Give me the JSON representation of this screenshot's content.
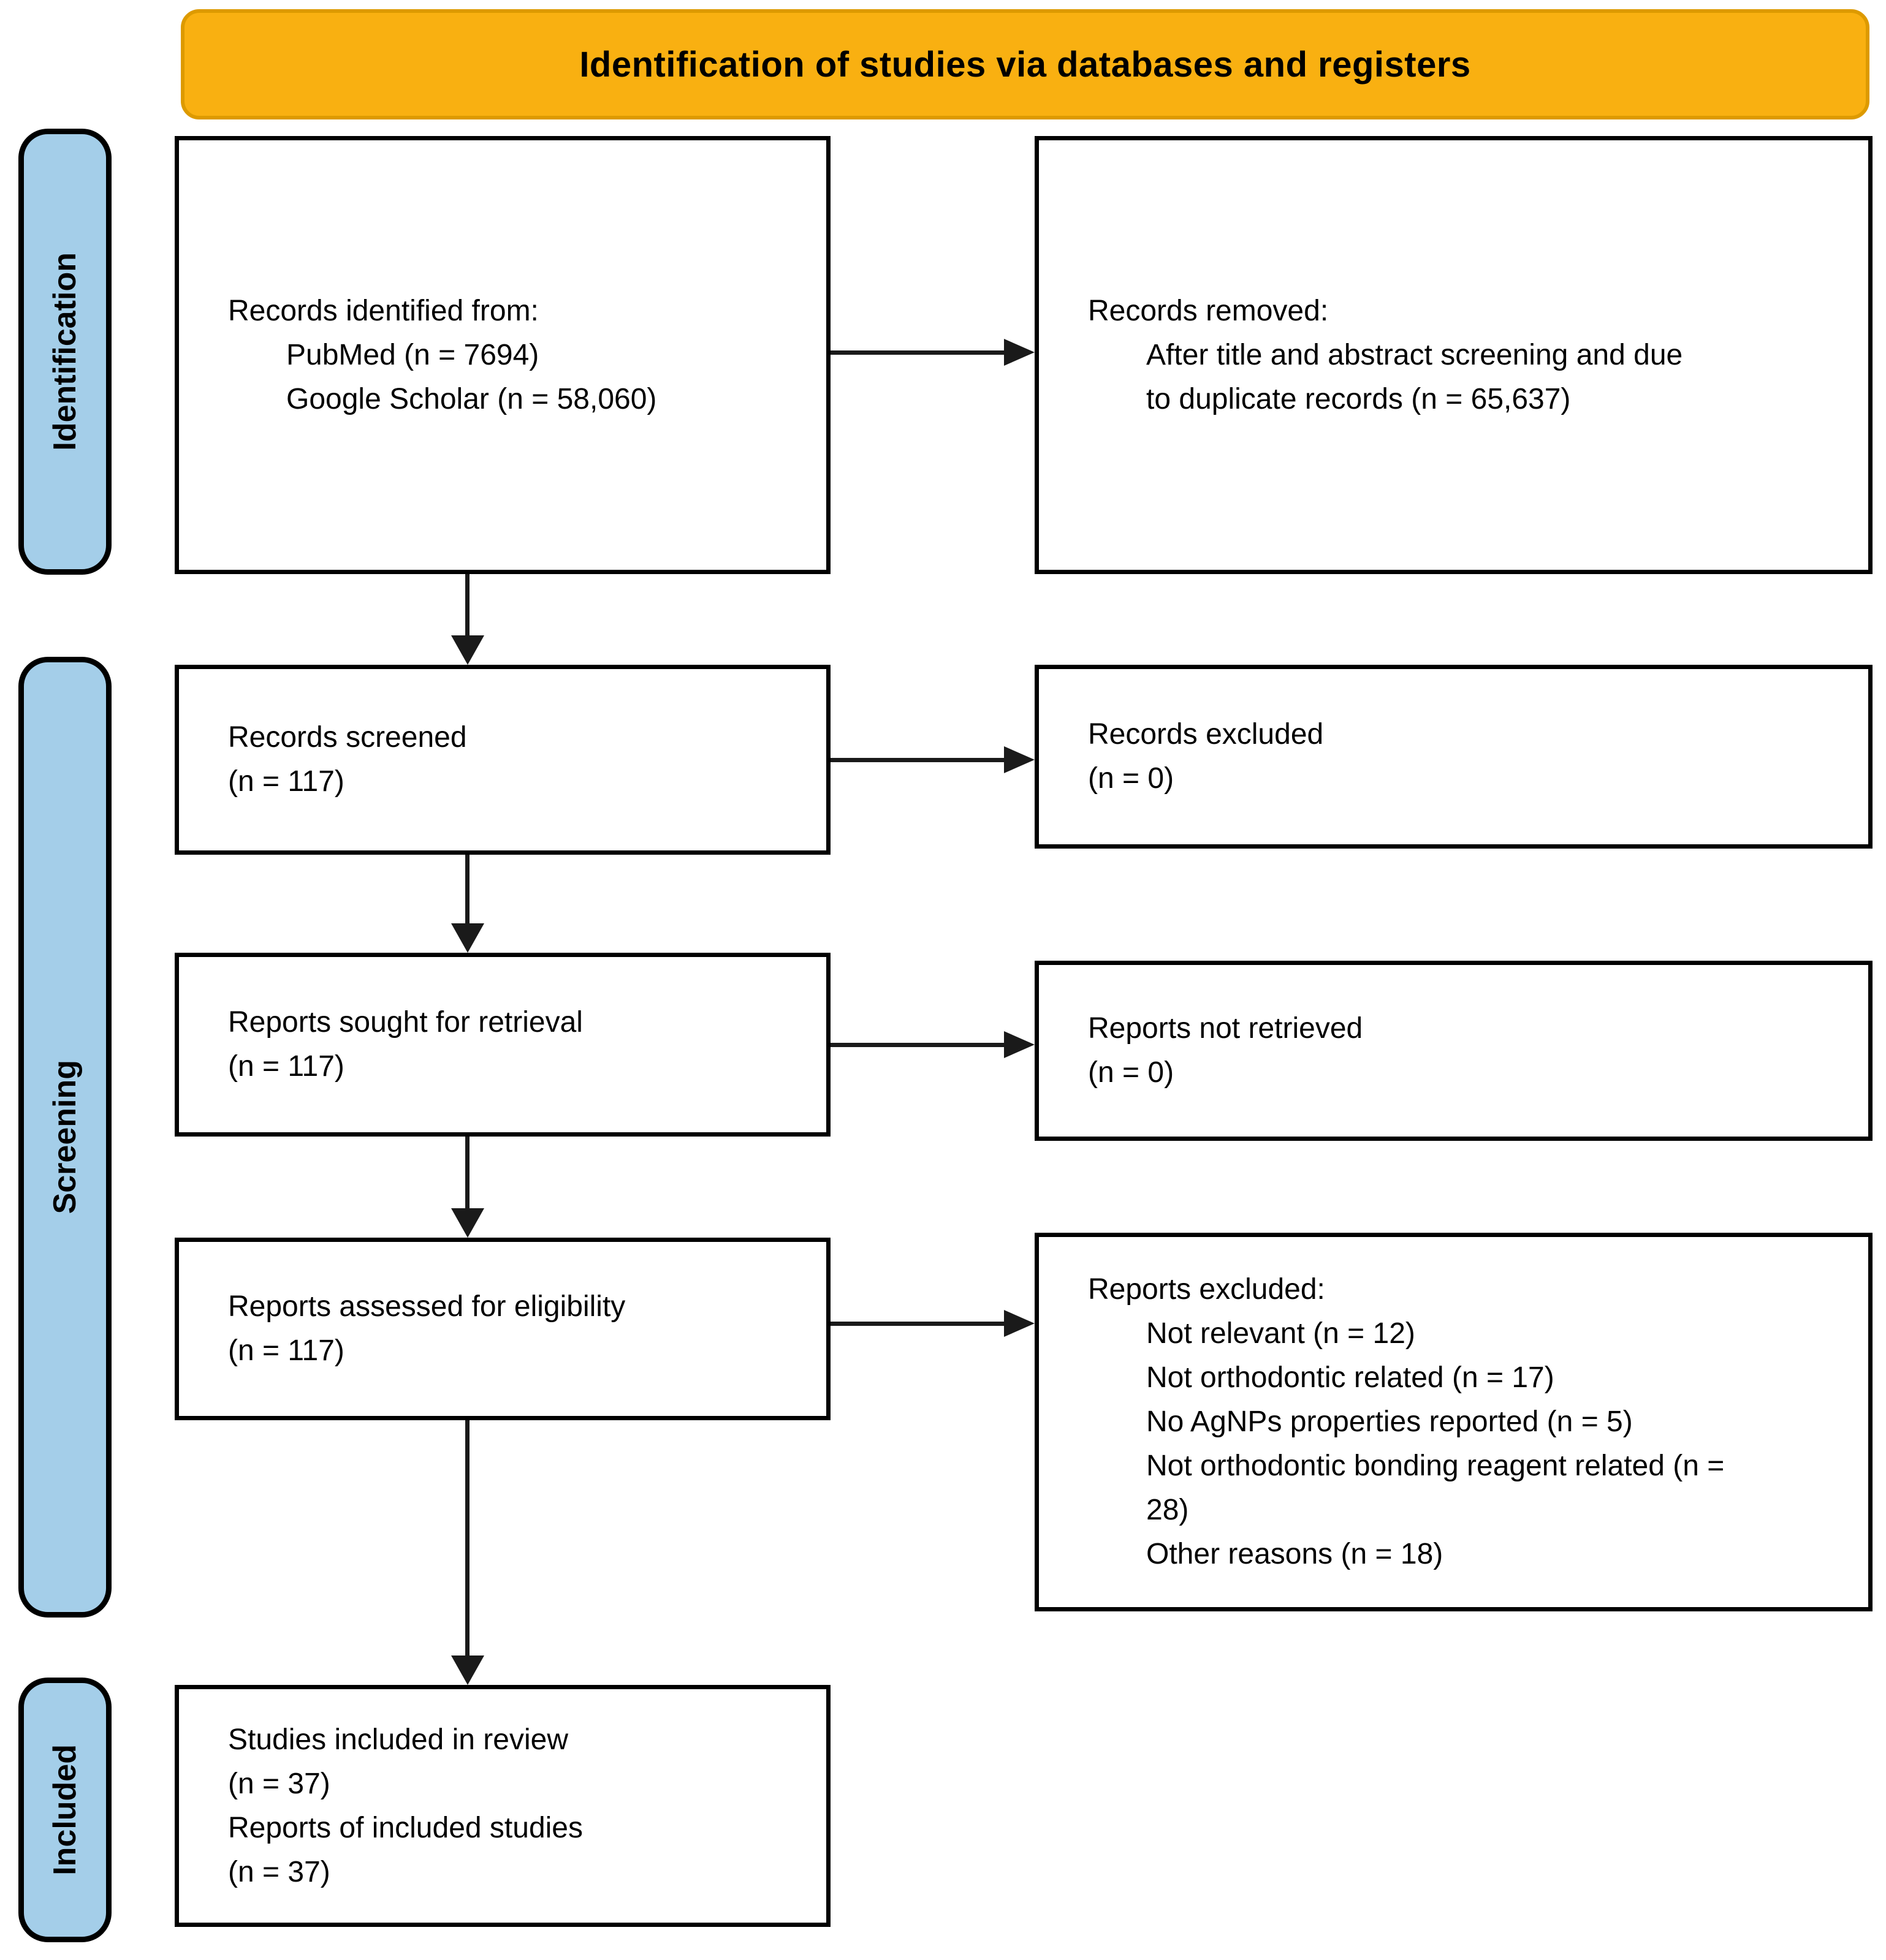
{
  "banner": {
    "title": "Identification of studies via databases and registers"
  },
  "stages": [
    {
      "label": "Identification"
    },
    {
      "label": "Screening"
    },
    {
      "label": "Included"
    }
  ],
  "boxes": {
    "identified": {
      "heading": "Records identified from:",
      "items": [
        "PubMed (n = 7694)",
        "Google Scholar (n = 58,060)"
      ]
    },
    "removed": {
      "heading": "Records removed:",
      "items": [
        "After title and abstract screening and due to duplicate records (n = 65,637)"
      ]
    },
    "screened": {
      "lines": [
        "Records screened",
        "(n = 117)"
      ]
    },
    "records_excluded": {
      "lines": [
        "Records excluded",
        "(n = 0)"
      ]
    },
    "sought": {
      "lines": [
        "Reports sought for retrieval",
        "(n = 117)"
      ]
    },
    "not_retrieved": {
      "lines": [
        "Reports not retrieved",
        "(n = 0)"
      ]
    },
    "assessed": {
      "lines": [
        "Reports assessed for eligibility",
        "(n = 117)"
      ]
    },
    "reports_excluded": {
      "heading": "Reports excluded:",
      "items": [
        "Not relevant (n = 12)",
        "Not orthodontic related (n = 17)",
        "No AgNPs properties reported (n = 5)",
        "Not orthodontic bonding reagent related (n = 28)",
        "Other reasons (n = 18)"
      ]
    },
    "included": {
      "lines": [
        "Studies included in review",
        "(n = 37)",
        "Reports of included studies",
        "(n = 37)"
      ]
    }
  },
  "colors": {
    "banner_fill": "#F9B011",
    "banner_border": "#DD9A00",
    "stage_fill": "#A4CEE9",
    "box_fill": "#FFFFFF",
    "line": "#1A1A1A",
    "text": "#000000"
  }
}
